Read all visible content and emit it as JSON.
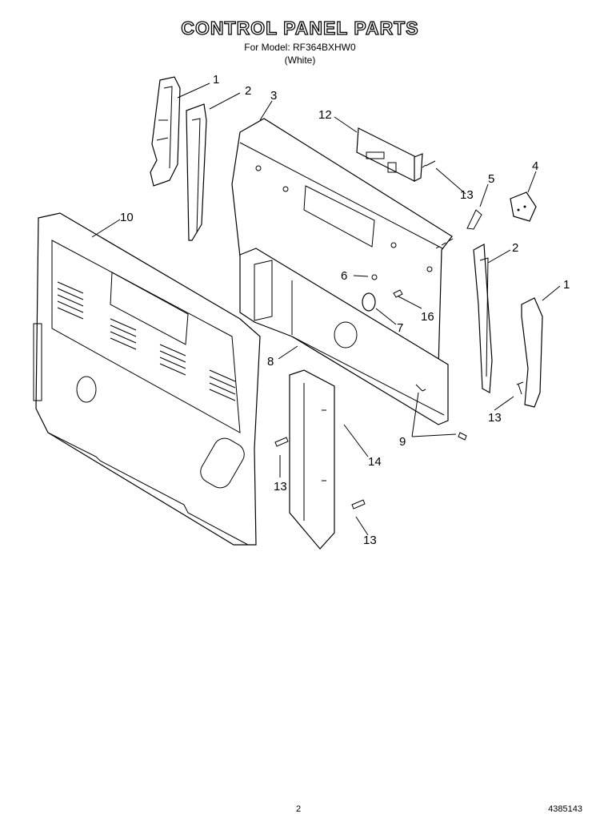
{
  "header": {
    "title": "CONTROL PANEL PARTS",
    "model_line": "For Model: RF364BXHW0",
    "finish": "(White)"
  },
  "callouts": {
    "c1a": "1",
    "c2a": "2",
    "c3": "3",
    "c12": "12",
    "c4": "4",
    "c5": "5",
    "c13a": "13",
    "c10": "10",
    "c2b": "2",
    "c6": "6",
    "c1b": "1",
    "c16": "16",
    "c7": "7",
    "c8": "8",
    "c9": "9",
    "c13b": "13",
    "c14": "14",
    "c13c": "13",
    "c13d": "13"
  },
  "footer": {
    "page_number": "2",
    "document_number": "4385143"
  }
}
